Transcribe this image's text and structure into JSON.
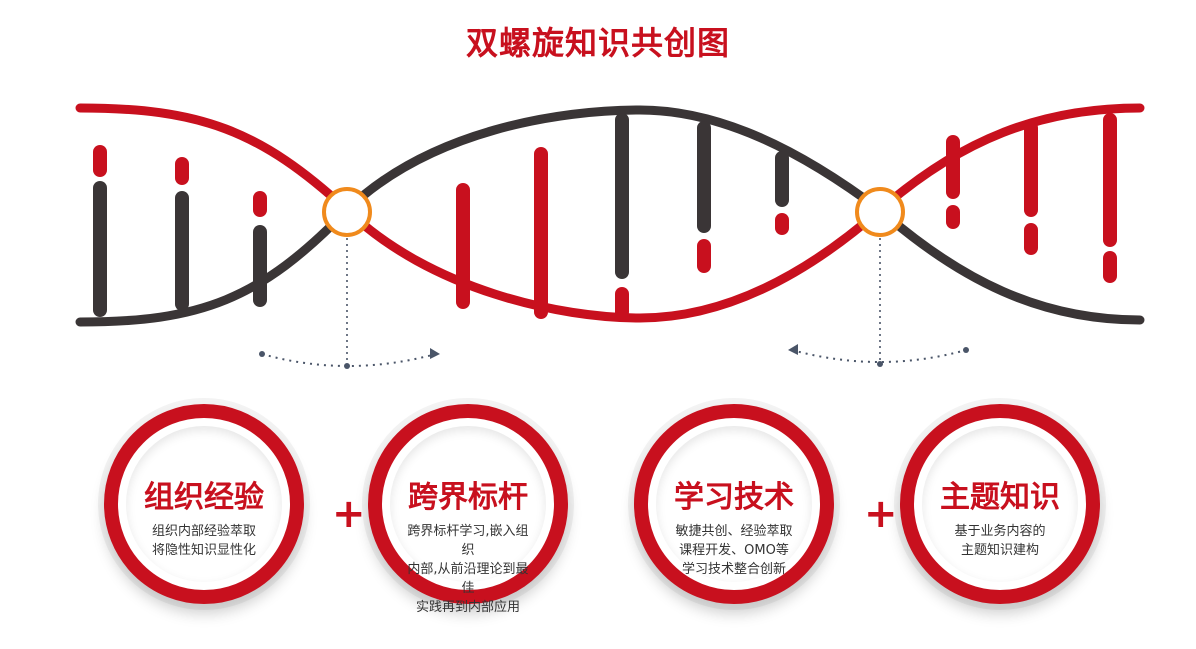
{
  "title": "双螺旋知识共创图",
  "colors": {
    "accent": "#c8101e",
    "dark": "#3a3536",
    "node": "#f08a1c",
    "dotted": "#4a5568"
  },
  "pillars": [
    {
      "heading": "组织经验",
      "desc": "组织内部经验萃取\n将隐性知识显性化"
    },
    {
      "heading": "跨界标杆",
      "desc": "跨界标杆学习,嵌入组织\n内部,从前沿理论到最佳\n实践再到内部应用"
    },
    {
      "heading": "学习技术",
      "desc": "敏捷共创、经验萃取\n课程开发、OMO等\n学习技术整合创新"
    },
    {
      "heading": "主题知识",
      "desc": "基于业务内容的\n主题知识建构"
    }
  ],
  "plus_signs": [
    "+",
    "+"
  ]
}
